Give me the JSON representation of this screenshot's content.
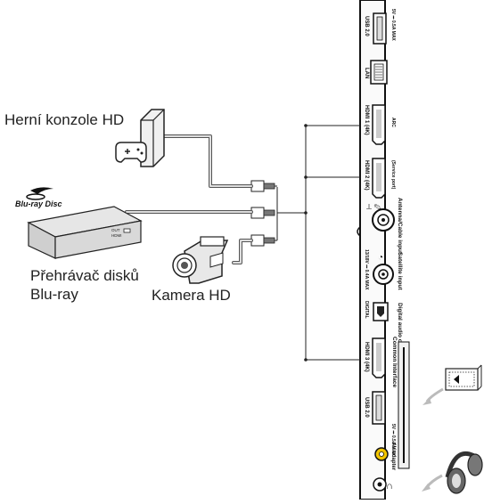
{
  "devices": {
    "console": "Herní konzole HD",
    "bluray_line1": "Přehrávač disků",
    "bluray_line2": "Blu-ray",
    "camera": "Kamera HD",
    "bluray_logo": "Blu-ray Disc",
    "player_out": "OUT",
    "player_hdmi": "HDMI"
  },
  "tv_panel": {
    "ports": [
      {
        "label": "USB 2.0",
        "note": "5V ⎓ 0.5A MAX"
      },
      {
        "label": "LAN"
      },
      {
        "label": "HDMI 1 (4K)",
        "note": "ARC"
      },
      {
        "label": "HDMI 2 (4K)",
        "note": "(Service port)"
      },
      {
        "label": "Antenna/Cable input"
      },
      {
        "label": "Satellite input",
        "note": "13/18V ⎓ 0.4A MAX"
      },
      {
        "label": "Digital audio out",
        "note": "DIGITAL"
      },
      {
        "label": "HDMI 3 (4K)"
      },
      {
        "label": "Common Interface"
      },
      {
        "label": "USB 2.0",
        "note": "5V ⎓ 0.5A MAX"
      },
      {
        "label": "AV adapter"
      }
    ]
  }
}
